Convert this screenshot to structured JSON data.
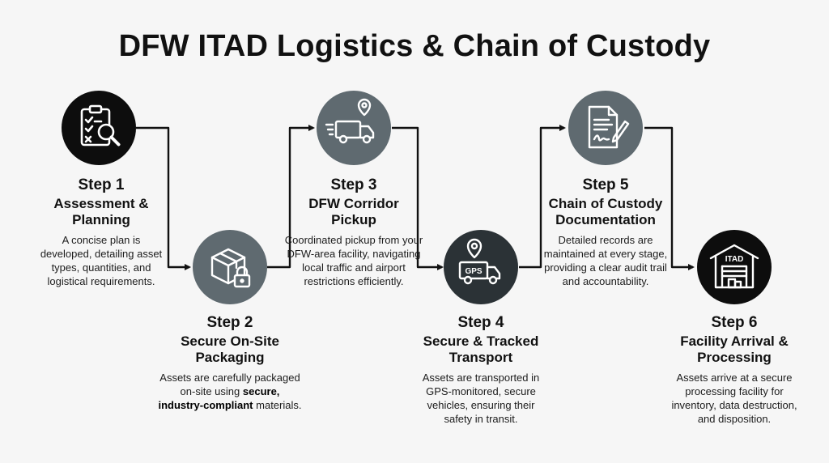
{
  "title": "DFW ITAD Logistics & Chain of Custody",
  "steps": [
    {
      "number": "Step 1",
      "title": "Assessment & Planning",
      "description": "A concise plan is developed, detailing asset types, quantities, and logistical requirements.",
      "icon": "clipboard-magnifier-icon",
      "circle_color": "#0d0d0d"
    },
    {
      "number": "Step 2",
      "title": "Secure On-Site Packaging",
      "description_before": "Assets are carefully packaged on-site using",
      "description_bold": "secure, industry-compliant",
      "description_after": "materials.",
      "icon": "package-lock-icon",
      "circle_color": "#5f6a70"
    },
    {
      "number": "Step 3",
      "title": "DFW Corridor Pickup",
      "description": "Coordinated pickup from your DFW-area facility, navigating local traffic and airport restrictions efficiently.",
      "icon": "truck-location-pin-icon",
      "circle_color": "#5f6a70"
    },
    {
      "number": "Step 4",
      "title": "Secure & Tracked Transport",
      "description": "Assets are transported in GPS-monitored, secure vehicles, ensuring their safety in transit.",
      "icon": "gps-truck-icon",
      "icon_label": "GPS",
      "circle_color": "#2b3236"
    },
    {
      "number": "Step 5",
      "title": "Chain of Custody Documentation",
      "description": "Detailed records are maintained at every stage, providing a clear audit trail and accountability.",
      "icon": "document-signature-icon",
      "circle_color": "#5f6a70"
    },
    {
      "number": "Step 6",
      "title": "Facility Arrival & Processing",
      "description": "Assets arrive at a secure processing facility for inventory, data destruction, and disposition.",
      "icon": "itad-warehouse-icon",
      "icon_label": "ITAD",
      "circle_color": "#0d0d0d"
    }
  ]
}
